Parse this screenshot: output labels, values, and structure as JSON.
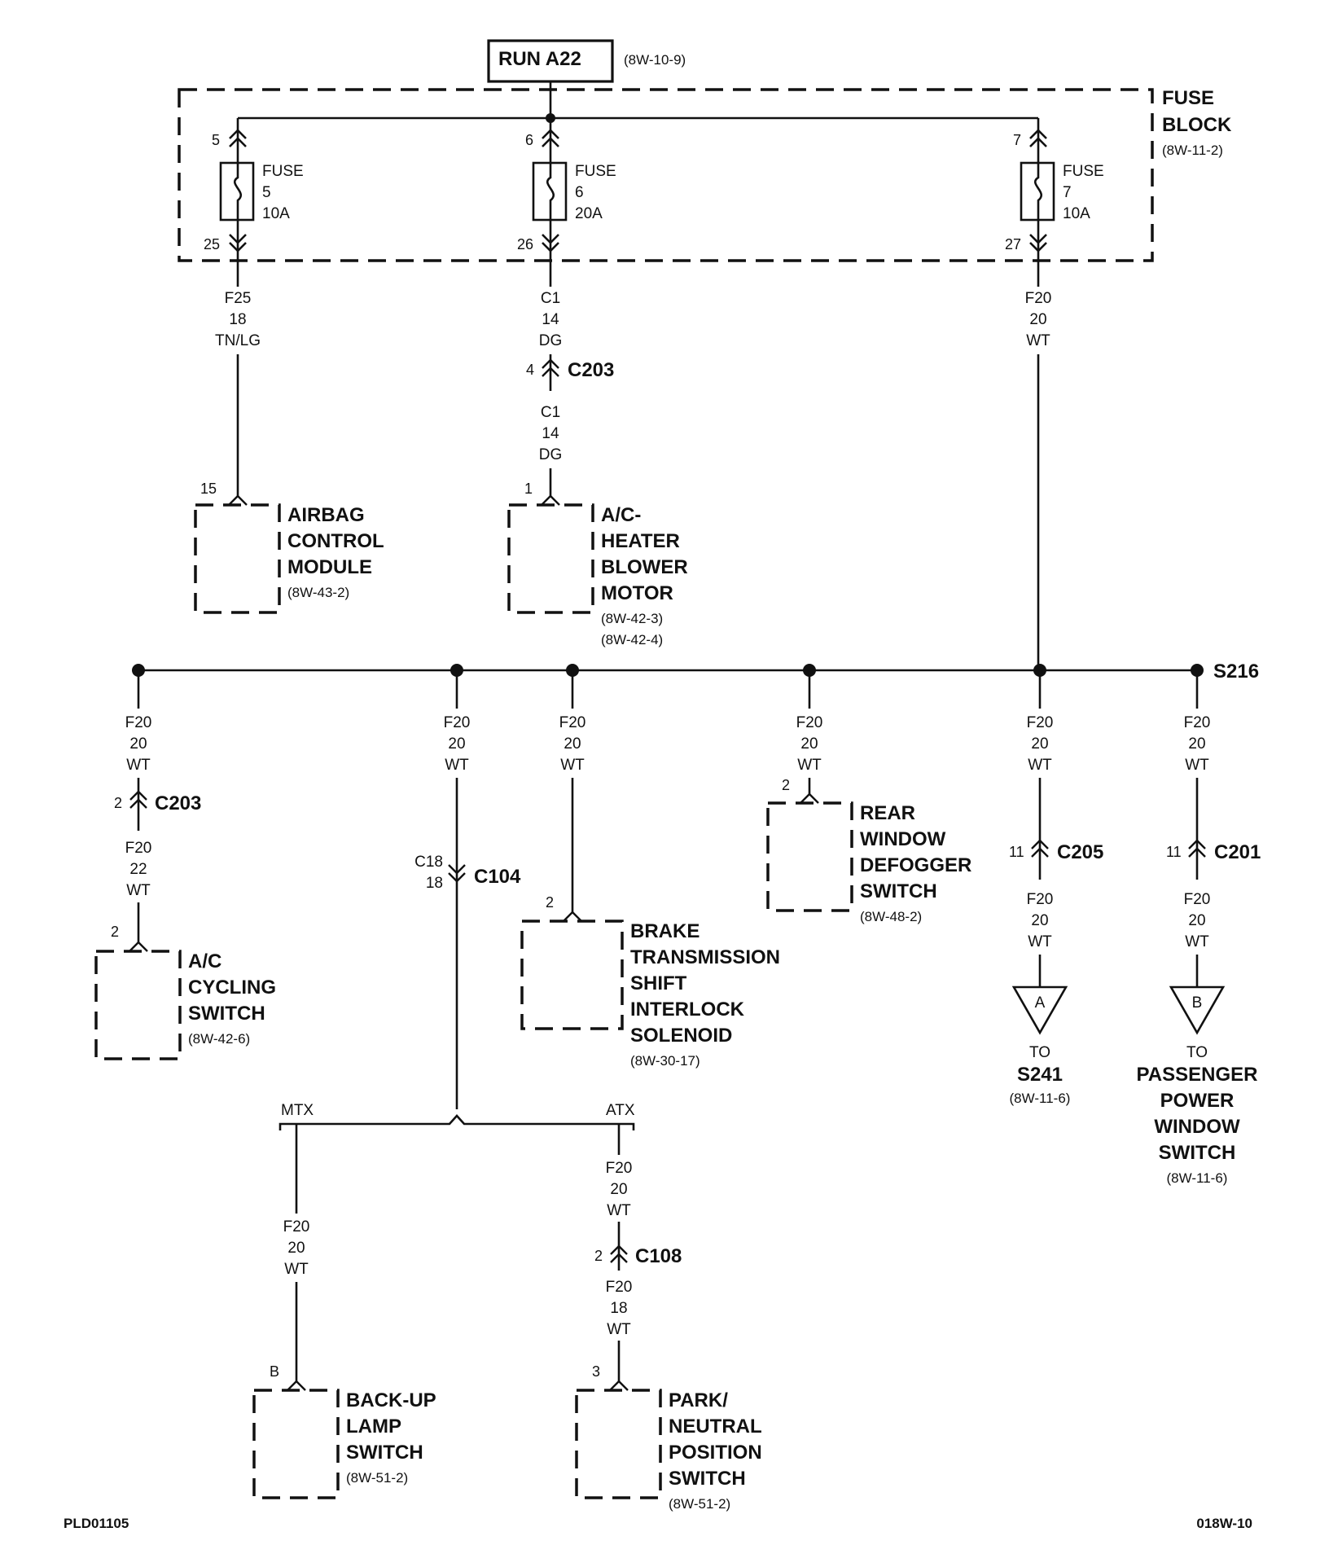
{
  "run_box": {
    "label": "RUN A22",
    "ref": "(8W-10-9)"
  },
  "fuse_block": {
    "title1": "FUSE",
    "title2": "BLOCK",
    "ref": "(8W-11-2)"
  },
  "fuses": [
    {
      "pin_in": "5",
      "pin_out": "25",
      "l1": "FUSE",
      "l2": "5",
      "l3": "10A"
    },
    {
      "pin_in": "6",
      "pin_out": "26",
      "l1": "FUSE",
      "l2": "6",
      "l3": "20A"
    },
    {
      "pin_in": "7",
      "pin_out": "27",
      "l1": "FUSE",
      "l2": "7",
      "l3": "10A"
    }
  ],
  "wires": {
    "f25": {
      "circuit": "F25",
      "gauge": "18",
      "color": "TN/LG"
    },
    "c1_top": {
      "circuit": "C1",
      "gauge": "14",
      "color": "DG"
    },
    "c1_bot": {
      "circuit": "C1",
      "gauge": "14",
      "color": "DG"
    },
    "f20_top": {
      "circuit": "F20",
      "gauge": "20",
      "color": "WT"
    },
    "b1": {
      "circuit": "F20",
      "gauge": "20",
      "color": "WT"
    },
    "b1_low": {
      "circuit": "F20",
      "gauge": "22",
      "color": "WT"
    },
    "b2": {
      "circuit": "F20",
      "gauge": "20",
      "color": "WT"
    },
    "b2_low": {
      "circuit": "C18",
      "gauge": "18"
    },
    "b3": {
      "circuit": "F20",
      "gauge": "20",
      "color": "WT"
    },
    "b4": {
      "circuit": "F20",
      "gauge": "20",
      "color": "WT"
    },
    "b5": {
      "circuit": "F20",
      "gauge": "20",
      "color": "WT"
    },
    "b5_low": {
      "circuit": "F20",
      "gauge": "20",
      "color": "WT"
    },
    "b6": {
      "circuit": "F20",
      "gauge": "20",
      "color": "WT"
    },
    "b6_low": {
      "circuit": "F20",
      "gauge": "20",
      "color": "WT"
    },
    "mtx": {
      "circuit": "F20",
      "gauge": "20",
      "color": "WT"
    },
    "atx": {
      "circuit": "F20",
      "gauge": "20",
      "color": "WT"
    },
    "atx_low": {
      "circuit": "F20",
      "gauge": "18",
      "color": "WT"
    }
  },
  "connectors": {
    "c203_top": {
      "name": "C203",
      "pin": "4"
    },
    "c203_left": {
      "name": "C203",
      "pin": "2"
    },
    "c104": {
      "name": "C104"
    },
    "c205": {
      "name": "C205",
      "pin": "11"
    },
    "c201": {
      "name": "C201",
      "pin": "11"
    },
    "c108": {
      "name": "C108",
      "pin": "2"
    }
  },
  "splice": {
    "name": "S216"
  },
  "components": {
    "airbag": {
      "pin": "15",
      "lines": [
        "AIRBAG",
        "CONTROL",
        "MODULE"
      ],
      "refs": [
        "(8W-43-2)"
      ]
    },
    "blower": {
      "pin": "1",
      "lines": [
        "A/C-",
        "HEATER",
        "BLOWER",
        "MOTOR"
      ],
      "refs": [
        "(8W-42-3)",
        "(8W-42-4)"
      ]
    },
    "cycling": {
      "pin": "2",
      "lines": [
        "A/C",
        "CYCLING",
        "SWITCH"
      ],
      "refs": [
        "(8W-42-6)"
      ]
    },
    "brake": {
      "pin": "2",
      "lines": [
        "BRAKE",
        "TRANSMISSION",
        "SHIFT",
        "INTERLOCK",
        "SOLENOID"
      ],
      "refs": [
        "(8W-30-17)"
      ]
    },
    "defog": {
      "pin": "2",
      "lines": [
        "REAR",
        "WINDOW",
        "DEFOGGER",
        "SWITCH"
      ],
      "refs": [
        "(8W-48-2)"
      ]
    },
    "backup": {
      "pin": "B",
      "lines": [
        "BACK-UP",
        "LAMP",
        "SWITCH"
      ],
      "refs": [
        "(8W-51-2)"
      ]
    },
    "park": {
      "pin": "3",
      "lines": [
        "PARK/",
        "NEUTRAL",
        "POSITION",
        "SWITCH"
      ],
      "refs": [
        "(8W-51-2)"
      ]
    }
  },
  "transmission": {
    "mtx": "MTX",
    "atx": "ATX"
  },
  "offpage": {
    "a": {
      "letter": "A",
      "to": "TO",
      "lines": [
        "S241"
      ],
      "ref": "(8W-11-6)"
    },
    "b": {
      "letter": "B",
      "to": "TO",
      "lines": [
        "PASSENGER",
        "POWER",
        "WINDOW",
        "SWITCH"
      ],
      "ref": "(8W-11-6)"
    }
  },
  "footer": {
    "left": "PLD01105",
    "right": "018W-10"
  }
}
